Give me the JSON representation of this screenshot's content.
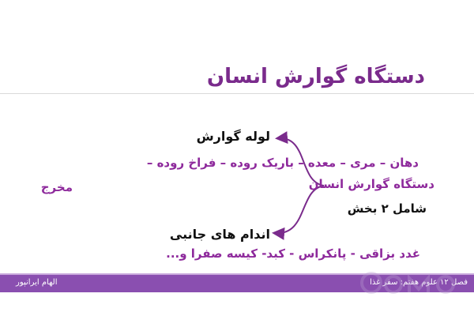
{
  "slide": {
    "title": "دستگاه گوارش انسان",
    "center": {
      "main": "دستگاه گوارش انسان",
      "sub": "شامل ۲ بخش"
    },
    "branch_top": {
      "label": "لوله گوارش",
      "parts_line1": "دهان – مری – معده – باریک روده – فراخ روده –",
      "parts_line2": "مخرج"
    },
    "branch_bottom": {
      "label": "اندام های جانبی",
      "items": "غدد بزاقی - پانکراس - کبد- کیسه صفرا و..."
    }
  },
  "footer": {
    "right_text": "فصل ۱۲ علوم هفتم: سفر غذا",
    "left_text": "الهام ایرانپور"
  },
  "colors": {
    "title": "#7a2b8c",
    "purple_text": "#8e2a9c",
    "footer_bar": "#8a4fb0",
    "connector": "#7a2b8c"
  }
}
